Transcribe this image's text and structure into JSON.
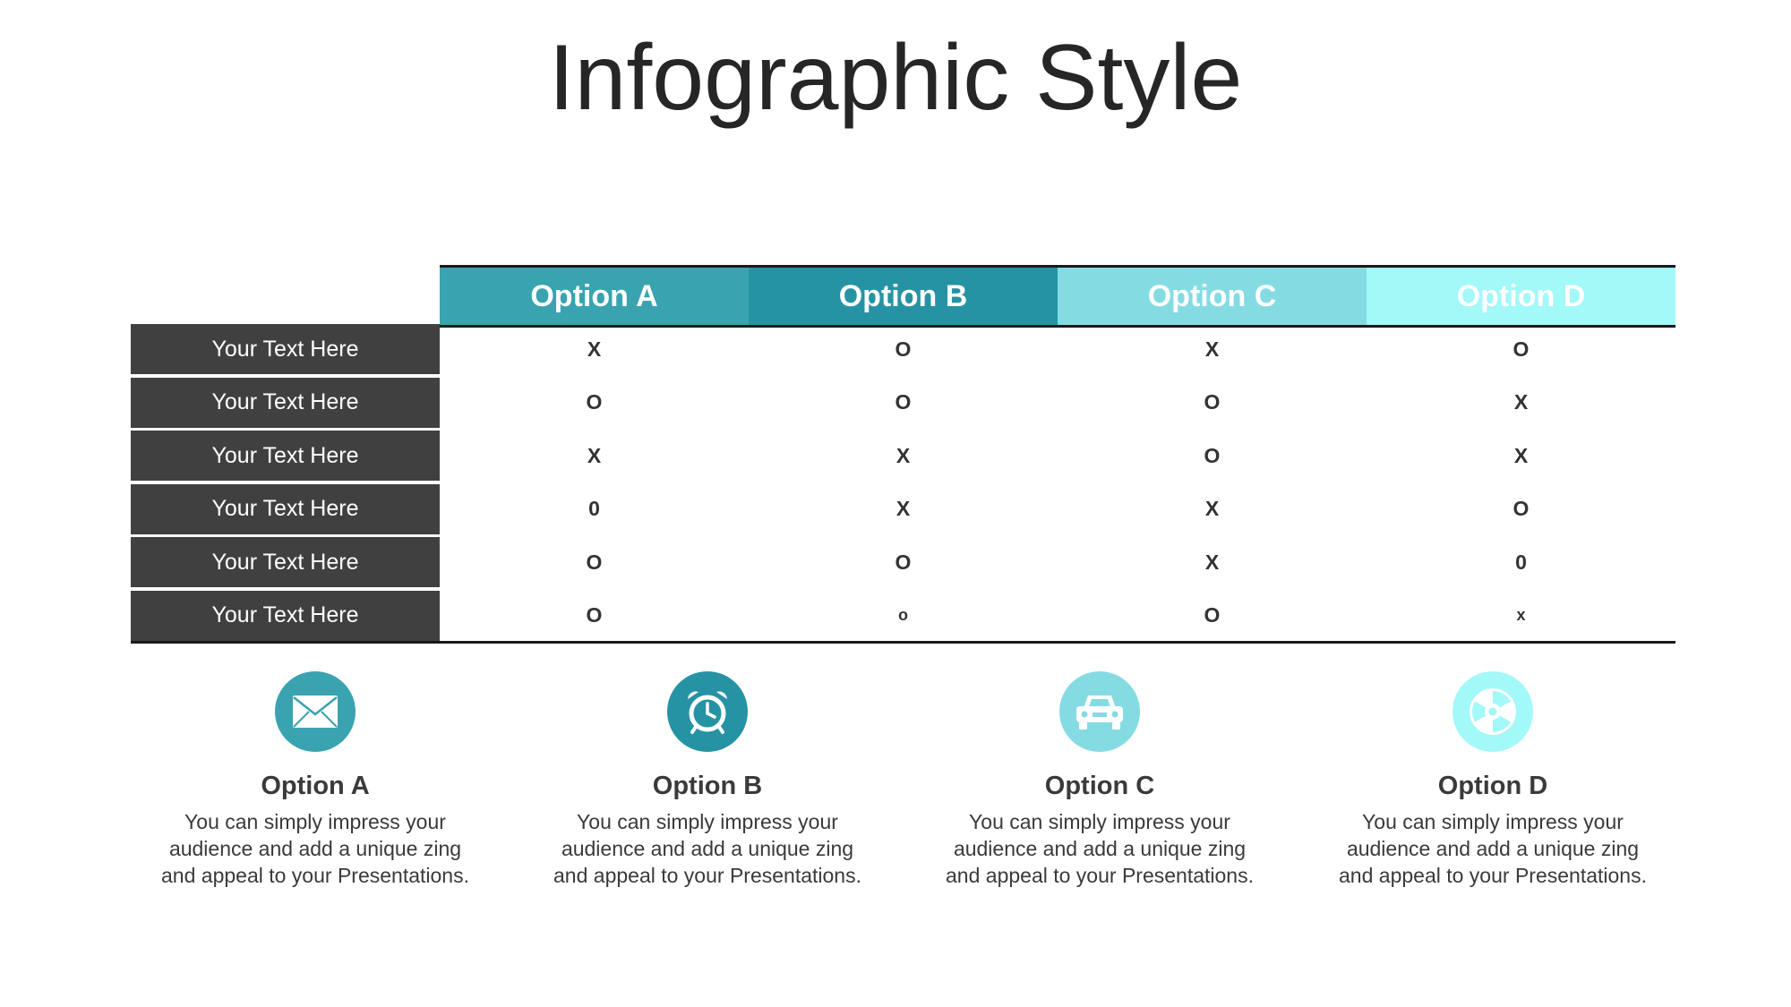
{
  "title": "Infographic Style",
  "colors": {
    "option_a": "#3AA3B0",
    "option_b": "#2593A4",
    "option_c": "#84DCE2",
    "option_d": "#A3F8F8",
    "row_label_bg": "#404040"
  },
  "table": {
    "headers": [
      "Option A",
      "Option B",
      "Option C",
      "Option D"
    ],
    "rows": [
      {
        "label": "Your Text Here",
        "values": [
          "X",
          "O",
          "X",
          "O"
        ]
      },
      {
        "label": "Your Text Here",
        "values": [
          "O",
          "O",
          "O",
          "X"
        ]
      },
      {
        "label": "Your Text Here",
        "values": [
          "X",
          "X",
          "O",
          "X"
        ]
      },
      {
        "label": "Your Text Here",
        "values": [
          "0",
          "X",
          "X",
          "O"
        ]
      },
      {
        "label": "Your Text Here",
        "values": [
          "O",
          "O",
          "X",
          "0"
        ]
      },
      {
        "label": "Your Text Here",
        "values": [
          "O",
          "o",
          "O",
          "x"
        ]
      }
    ]
  },
  "cards": [
    {
      "title": "Option A",
      "icon": "envelope-icon",
      "desc": "You can simply impress your audience and add a unique zing and appeal to your Presentations."
    },
    {
      "title": "Option B",
      "icon": "alarm-clock-icon",
      "desc": "You can simply impress your audience and add a unique zing and appeal to your Presentations."
    },
    {
      "title": "Option C",
      "icon": "car-icon",
      "desc": "You can simply impress your audience and add a unique zing and appeal to your Presentations."
    },
    {
      "title": "Option D",
      "icon": "radiation-icon",
      "desc": "You can simply impress your audience and add a unique zing and appeal to your Presentations."
    }
  ]
}
